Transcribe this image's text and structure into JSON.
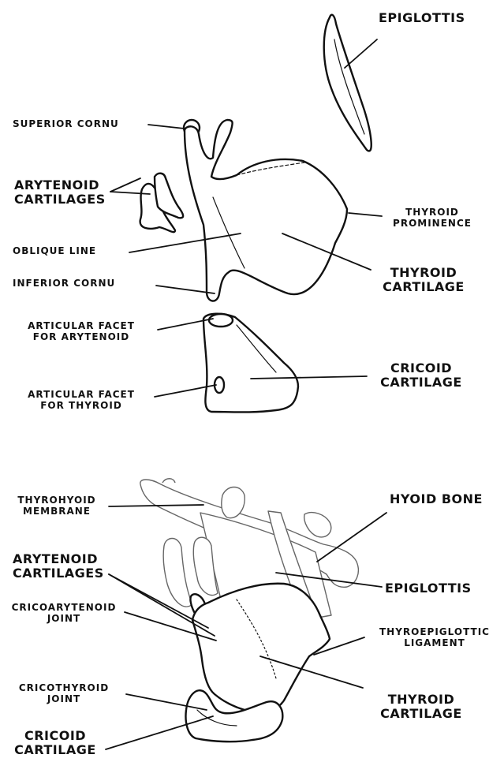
{
  "top_figure": {
    "labels": {
      "epiglottis": "EPIGLOTTIS",
      "superior_cornu": "SUPERIOR CORNU",
      "arytenoid_cartilages": [
        "ARYTENOID",
        "CARTILAGES"
      ],
      "thyroid_prominence": [
        "THYROID",
        "PROMINENCE"
      ],
      "oblique_line": "OBLIQUE LINE",
      "inferior_cornu": "INFERIOR CORNU",
      "thyroid_cartilage": [
        "THYROID",
        "CARTILAGE"
      ],
      "articular_facet_arytenoid": [
        "ARTICULAR FACET",
        "FOR ARYTENOID"
      ],
      "cricoid_cartilage": [
        "CRICOID",
        "CARTILAGE"
      ],
      "articular_facet_thyroid": [
        "ARTICULAR FACET",
        "FOR THYROID"
      ]
    }
  },
  "bottom_figure": {
    "labels": {
      "hyoid_bone": "HYOID BONE",
      "thyrohyoid_membrane": [
        "THYROHYOID",
        "MEMBRANE"
      ],
      "arytenoid_cartilages": [
        "ARYTENOID",
        "CARTILAGES"
      ],
      "epiglottis": "EPIGLOTTIS",
      "cricoarytenoid_joint": [
        "CRICOARYTENOID",
        "JOINT"
      ],
      "thyroepiglottic_ligament": [
        "THYROEPIGLOTTIC",
        "LIGAMENT"
      ],
      "cricothyroid_joint": [
        "CRICOTHYROID",
        "JOINT"
      ],
      "thyroid_cartilage": [
        "THYROID",
        "CARTILAGE"
      ],
      "cricoid_cartilage": [
        "CRICOID",
        "CARTILAGE"
      ]
    }
  }
}
